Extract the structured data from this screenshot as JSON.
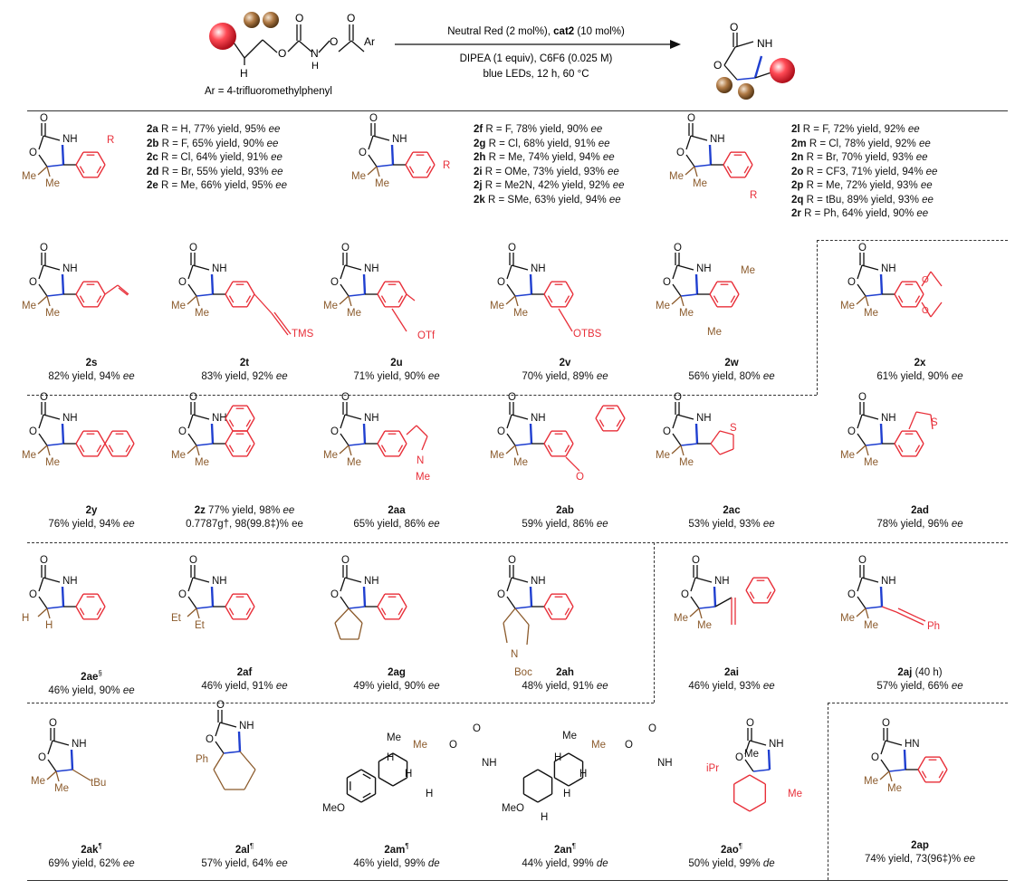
{
  "scheme": {
    "reagents_above": "Neutral Red (2 mol%), cat2 (10 mol%)",
    "reagents_above_prefix": "Neutral Red (2 mol%), ",
    "reagents_above_bold": "cat2",
    "reagents_above_suffix": " (10 mol%)",
    "conditions_line1": "DIPEA (1 equiv), C6F6 (0.025 M)",
    "conditions_line2": "blue LEDs, 12 h, 60 °C",
    "ar_definition": "Ar = 4-trifluoromethylphenyl",
    "sm_labels": {
      "h": "H",
      "o": "O",
      "n": "N",
      "nh": "H",
      "ar": "Ar"
    },
    "prod_labels": {
      "o": "O",
      "nh": "NH"
    }
  },
  "series_a": [
    {
      "id": "2a",
      "text": " R = H, 77% yield, 95% ",
      "ee": "ee"
    },
    {
      "id": "2b",
      "text": " R = F, 65% yield, 90% ",
      "ee": "ee"
    },
    {
      "id": "2c",
      "text": " R = Cl, 64% yield, 91% ",
      "ee": "ee"
    },
    {
      "id": "2d",
      "text": " R = Br, 55% yield, 93% ",
      "ee": "ee"
    },
    {
      "id": "2e",
      "text": " R = Me, 66% yield,  95% ",
      "ee": "ee"
    }
  ],
  "series_f": [
    {
      "id": "2f",
      "text": " R = F, 78% yield, 90% ",
      "ee": "ee"
    },
    {
      "id": "2g",
      "text": " R = Cl, 68% yield, 91% ",
      "ee": "ee"
    },
    {
      "id": "2h",
      "text": " R = Me, 74% yield, 94% ",
      "ee": "ee"
    },
    {
      "id": "2i",
      "text": " R = OMe, 73% yield, 93% ",
      "ee": "ee"
    },
    {
      "id": "2j",
      "text": " R = Me2N, 42% yield, 92% ",
      "ee": "ee"
    },
    {
      "id": "2k",
      "text": " R = SMe,  63% yield, 94% ",
      "ee": "ee"
    }
  ],
  "series_l": [
    {
      "id": "2l",
      "text": " R = F, 72% yield, 92% ",
      "ee": "ee"
    },
    {
      "id": "2m",
      "text": " R = Cl, 78% yield,  92% ",
      "ee": "ee"
    },
    {
      "id": "2n",
      "text": " R = Br, 70% yield, 93% ",
      "ee": "ee"
    },
    {
      "id": "2o",
      "text": " R = CF3, 71% yield, 94% ",
      "ee": "ee"
    },
    {
      "id": "2p",
      "text": " R = Me, 72% yield, 93% ",
      "ee": "ee"
    },
    {
      "id": "2q",
      "text": " R = tBu, 89% yield,  93% ",
      "ee": "ee"
    },
    {
      "id": "2r",
      "text": " R = Ph, 64% yield, 90% ",
      "ee": "ee"
    }
  ],
  "row2": [
    {
      "id": "2s",
      "result": "82% yield,  94% ",
      "ee": "ee"
    },
    {
      "id": "2t",
      "result": "83% yield, 92% ",
      "ee": "ee"
    },
    {
      "id": "2u",
      "result": "71% yield, 90% ",
      "ee": "ee"
    },
    {
      "id": "2v",
      "result": "70% yield,  89% ",
      "ee": "ee"
    },
    {
      "id": "2w",
      "result": "56% yield, 80% ",
      "ee": "ee"
    },
    {
      "id": "2x",
      "result": "61% yield, 90% ",
      "ee": "ee"
    }
  ],
  "row3": [
    {
      "id": "2y",
      "result": "76% yield, 94% ",
      "ee": "ee"
    },
    {
      "id": "2z",
      "result": " 77% yield, 98% ",
      "ee": "ee",
      "extra": "0.7787g†, 98(99.8‡)% ee"
    },
    {
      "id": "2aa",
      "result": "65% yield, 86% ",
      "ee": "ee"
    },
    {
      "id": "2ab",
      "result": "59% yield, 86% ",
      "ee": "ee"
    },
    {
      "id": "2ac",
      "result": "53% yield, 93% ",
      "ee": "ee"
    },
    {
      "id": "2ad",
      "result": "78% yield, 96% ",
      "ee": "ee"
    }
  ],
  "row4": [
    {
      "id": "2ae",
      "sup": "§",
      "result": "46% yield, 90% ",
      "ee": "ee"
    },
    {
      "id": "2af",
      "result": "46% yield, 91% ",
      "ee": "ee"
    },
    {
      "id": "2ag",
      "result": "49% yield, 90% ",
      "ee": "ee"
    },
    {
      "id": "2ah",
      "result": "48% yield, 91% ",
      "ee": "ee"
    },
    {
      "id": "2ai",
      "result": "46% yield, 93% ",
      "ee": "ee"
    },
    {
      "id": "2aj",
      "note": " (40 h)",
      "result": "57% yield, 66% ",
      "ee": "ee"
    }
  ],
  "row5": [
    {
      "id": "2ak",
      "sup": "¶",
      "result": "69% yield, 62% ",
      "ee": "ee"
    },
    {
      "id": "2al",
      "sup": "¶",
      "result": "57% yield, 64% ",
      "ee": "ee"
    },
    {
      "id": "2am",
      "sup": "¶",
      "result": "46% yield, 99% ",
      "ee": "de"
    },
    {
      "id": "2an",
      "sup": "¶",
      "result": "44% yield, 99% ",
      "ee": "de"
    },
    {
      "id": "2ao",
      "sup": "¶",
      "result": "50% yield, 99% ",
      "ee": "de"
    },
    {
      "id": "2ap",
      "result": "74% yield, 73(96‡)% ",
      "ee": "ee"
    }
  ],
  "atoms": {
    "O": "O",
    "NH": "NH",
    "HN": "HN",
    "Me": "Me",
    "Et": "Et",
    "H": "H",
    "R": "R",
    "OTf": "OTf",
    "OTBS": "OTBS",
    "TMS": "TMS",
    "S": "S",
    "N": "N",
    "Boc": "Boc",
    "Ph": "Ph",
    "tBu": "tBu",
    "MeO": "MeO",
    "iPr": "iPr"
  },
  "colors": {
    "red": "#e8303a",
    "brown": "#8b5a2b",
    "blue": "#1f3fd0",
    "black": "#111111"
  }
}
